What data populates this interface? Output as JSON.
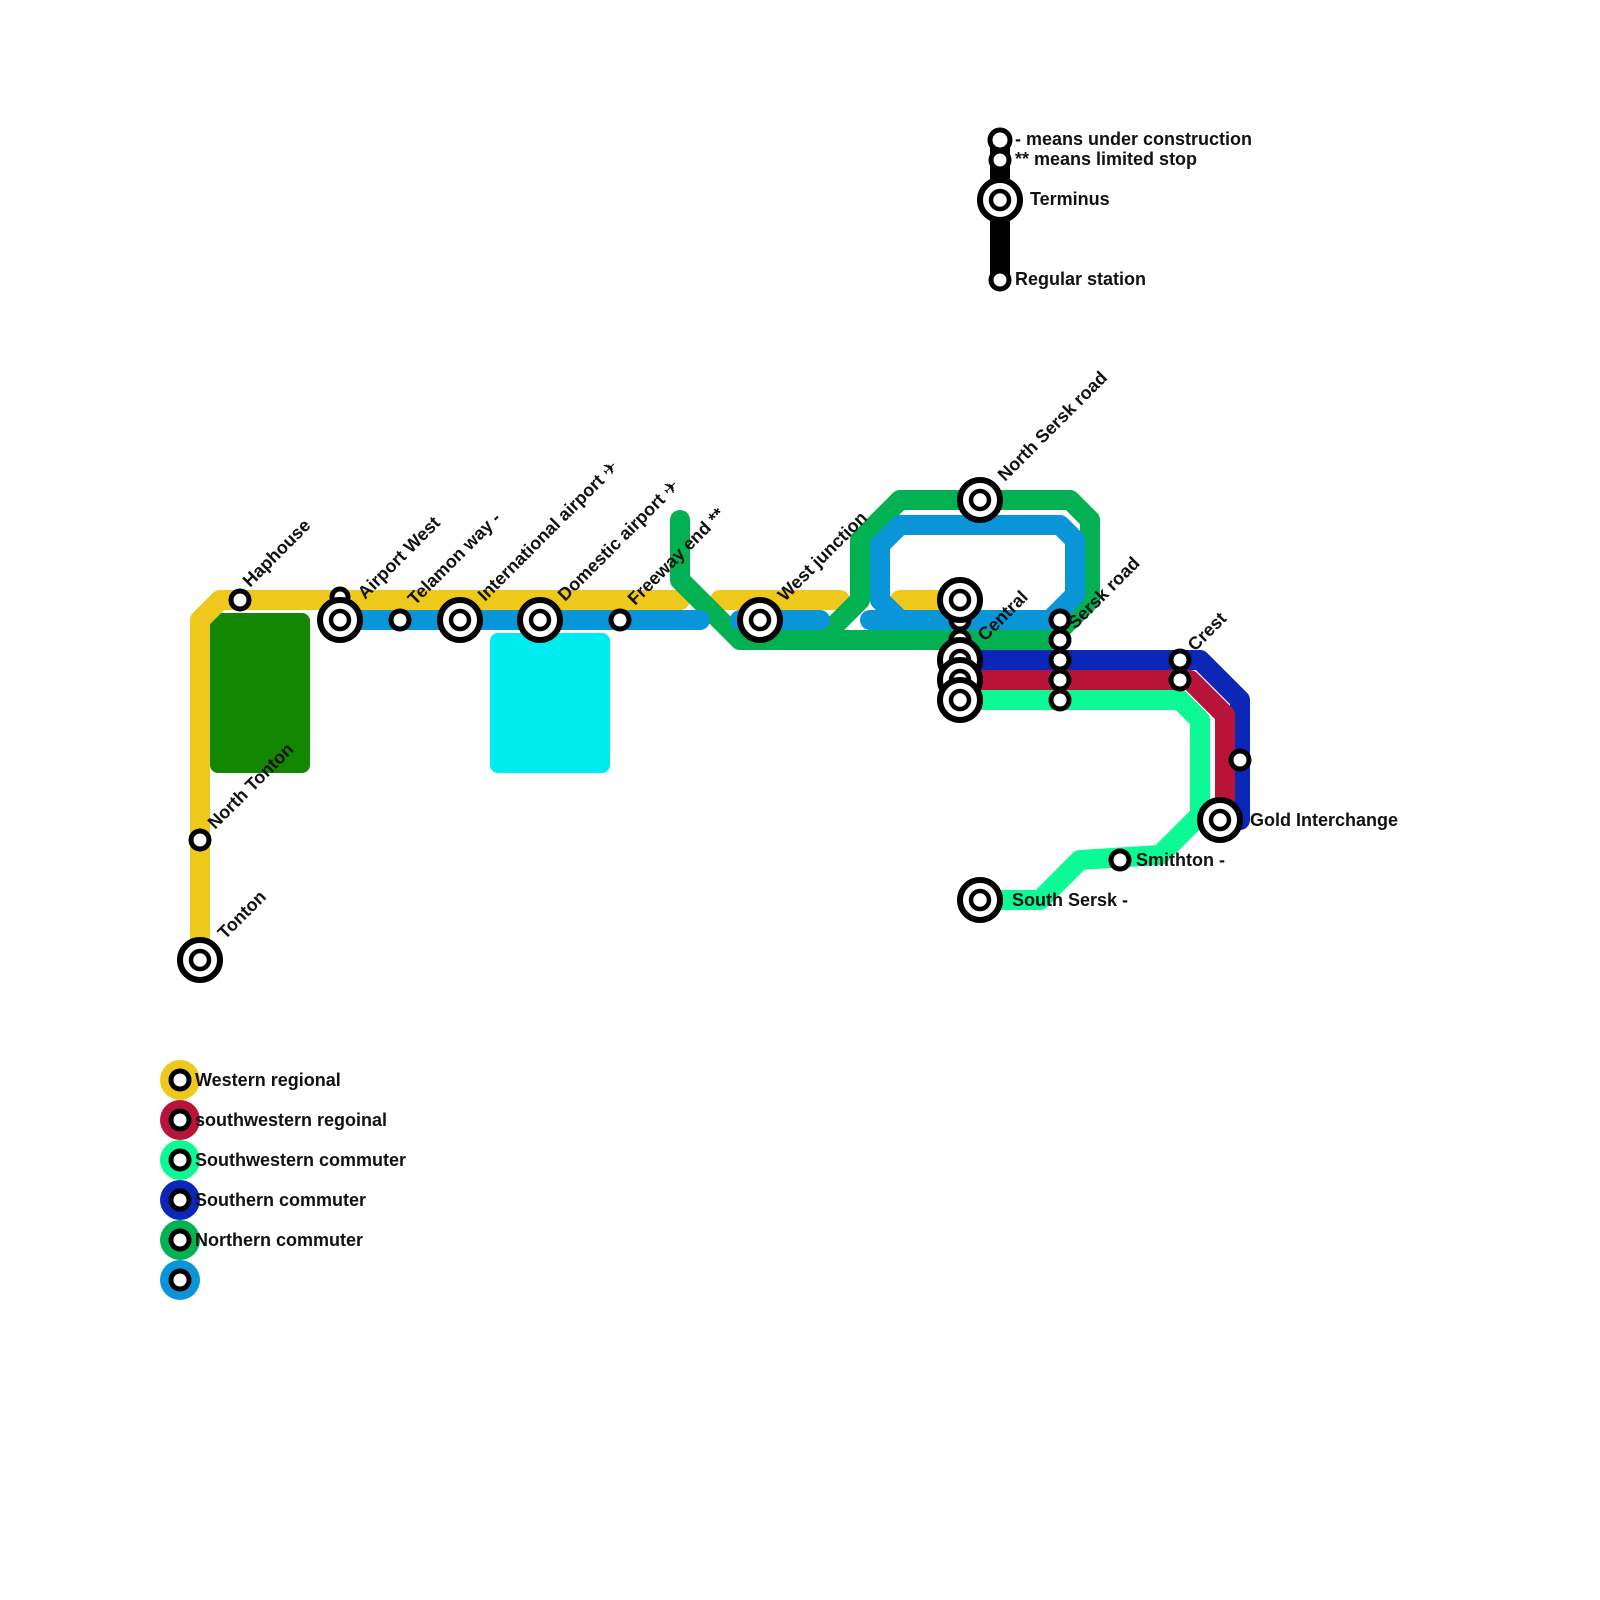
{
  "colors": {
    "western_regional": "#EFC81C",
    "southwestern_regional": "#B8143A",
    "southwestern_commuter": "#0CF995",
    "southern_commuter": "#0A27B8",
    "northern_commuter": "#03B153",
    "blue_line": "#0995D7",
    "park_dark_green": "#148700",
    "water_cyan": "#00EAF2"
  },
  "key": {
    "construction": "- means under construction",
    "limited": "** means limited stop",
    "terminus": "Terminus",
    "regular": "Regular station"
  },
  "stations": {
    "haphouse": "Haphouse",
    "airport_west": "Airport West",
    "telamon_way": "Telamon way -",
    "international_airport": "International airport ✈",
    "domestic_airport": "Domestic airport ✈",
    "freeway_end": "Freeway end **",
    "west_junction": "West junction",
    "north_sersk_road": "North Sersk road",
    "central": "Central",
    "sersk_road": "Sersk road",
    "crest": "Crest",
    "gold_interchange": "Gold Interchange",
    "smithton": "Smithton -",
    "south_sersk": "South Sersk -",
    "north_tonton": "North Tonton",
    "tonton": "Tonton"
  },
  "legend": [
    {
      "label": "Western regional",
      "color": "#EFC81C"
    },
    {
      "label": "southwestern regoinal",
      "color": "#B8143A"
    },
    {
      "label": "Southwestern commuter",
      "color": "#0CF995"
    },
    {
      "label": "Southern commuter",
      "color": "#0A27B8"
    },
    {
      "label": "Northern commuter",
      "color": "#03B153"
    },
    {
      "label": "",
      "color": "#0995D7"
    }
  ]
}
